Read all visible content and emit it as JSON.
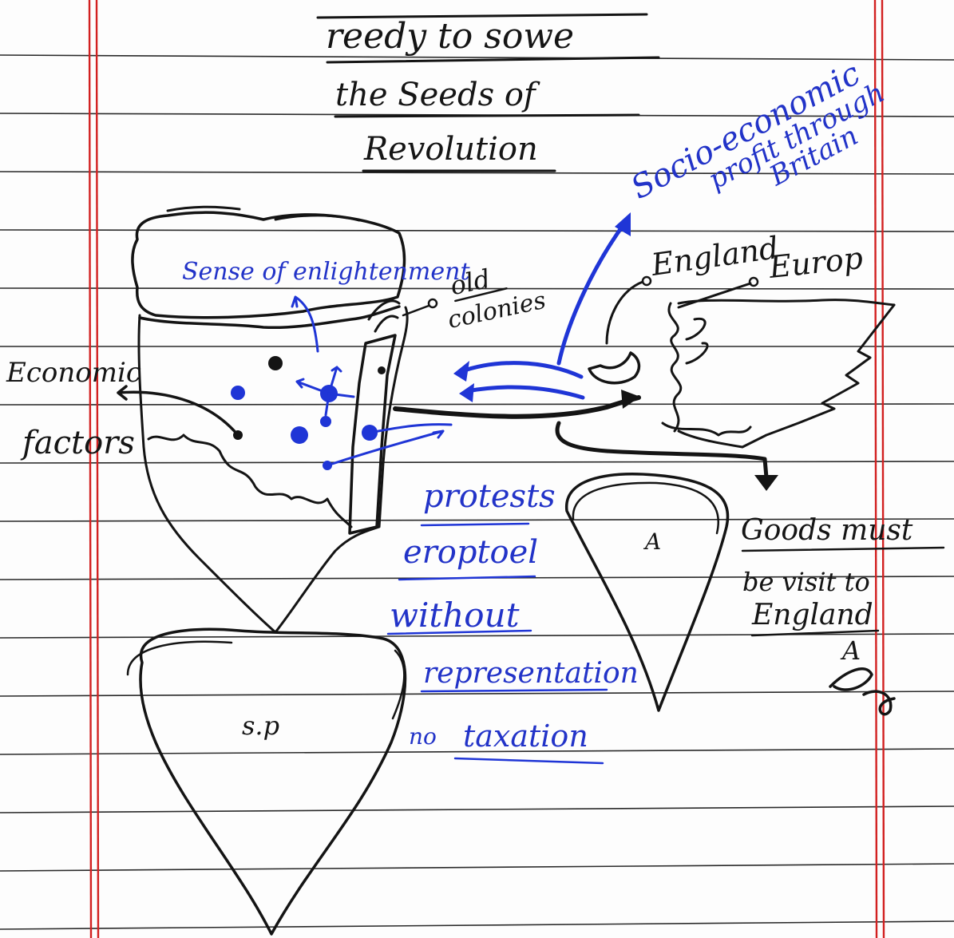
{
  "title": {
    "line1": "reedy to sowe",
    "line2": "the Seeds of",
    "line3": "Revolution"
  },
  "labels": {
    "enlightenment": "Sense of enlightenment",
    "old_colonies_1": "old",
    "old_colonies_2": "colonies",
    "economic_1": "Economic",
    "economic_2": "factors",
    "england": "England",
    "europe": "Europ",
    "socio_1": "Socio-economic",
    "socio_2": "profit through",
    "socio_3": "Britain",
    "protests": "protests",
    "erupted": "eroptoel",
    "without": "without",
    "representation": "representation",
    "no_taxation_1": "no",
    "no_taxation_2": "taxation",
    "goods_1": "Goods must",
    "goods_2": "be visit to",
    "goods_3": "England",
    "sp": "s.p",
    "a_small": "A",
    "a_mark": "A"
  },
  "colors": {
    "paper": "#fdfdfd",
    "ruled_line": "#2a2a2a",
    "margin_line": "#d22020",
    "black_ink": "#141414",
    "blue_ink": "#1f35d6"
  }
}
